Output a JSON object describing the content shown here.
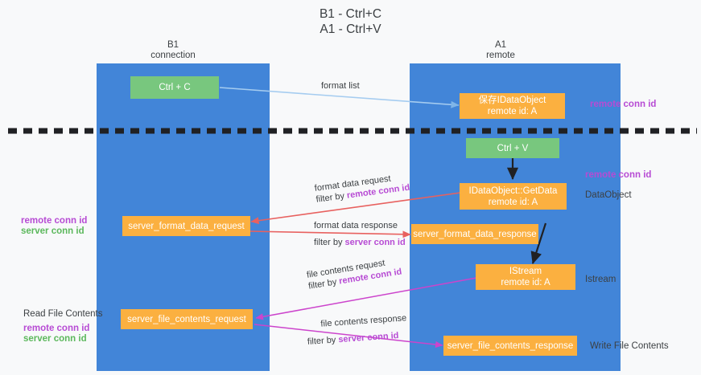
{
  "title": "B1 - Ctrl+C\nA1 - Ctrl+V",
  "columns": [
    {
      "name": "left-column-header",
      "label": "B1\nconnection"
    },
    {
      "name": "right-column-header",
      "label": "A1\nremote"
    }
  ],
  "nodes": [
    {
      "name": "ctrl-c-box",
      "label": "Ctrl + C"
    },
    {
      "name": "save-idataobject-box",
      "label": "保存IDataObject\nremote id: A"
    },
    {
      "name": "ctrl-v-box",
      "label": "Ctrl + V"
    },
    {
      "name": "idataobject-getdata-box",
      "label": "IDataObject::GetData\nremote id: A"
    },
    {
      "name": "server-format-data-request-box",
      "label": "server_format_data_request"
    },
    {
      "name": "server-format-data-response-box",
      "label": "server_format_data_response"
    },
    {
      "name": "istream-box",
      "label": "IStream\nremote id: A"
    },
    {
      "name": "server-file-contents-request-box",
      "label": "server_file_contents_request"
    },
    {
      "name": "server-file-contents-response-box",
      "label": "server_file_contents_response"
    }
  ],
  "arrow_labels": {
    "format_list": "format list",
    "format_data_request": "format data request",
    "format_data_request_filter_prefix": "filter by ",
    "format_data_request_filter_value": "remote conn id",
    "format_data_response": "format data response",
    "format_data_response_filter_prefix": "filter by ",
    "format_data_response_filter_value": "server conn id",
    "file_contents_request": "file contents request",
    "file_contents_request_filter_prefix": "filter by ",
    "file_contents_request_filter_value": "remote conn id",
    "file_contents_response": "file contents response",
    "file_contents_response_filter_prefix": "filter by ",
    "file_contents_response_filter_value": "server conn id"
  },
  "side_notes": {
    "right_remote_conn_id_top": "remote conn id",
    "right_remote_conn_id_mid": "remote conn id",
    "right_dataobject": "DataObject",
    "right_istream": "Istream",
    "right_write_file_contents": "Write File Contents",
    "left_remote_conn_id": "remote conn id",
    "left_server_conn_id": "server conn id",
    "left_read_file_contents": "Read File Contents",
    "left_remote_conn_id_2": "remote conn id",
    "left_server_conn_id_2": "server conn id"
  },
  "colors": {
    "lane": "#4285d8",
    "green_box": "#78c77e",
    "orange_box": "#fbb040",
    "purple_text": "#b74bd4",
    "green_text": "#5cb85c",
    "light_blue_arrow": "#a5ccf0",
    "red_arrow": "#e8615f",
    "magenta_arrow": "#cc44cc",
    "black_arrow": "#202124",
    "background": "#f8f9fa"
  }
}
